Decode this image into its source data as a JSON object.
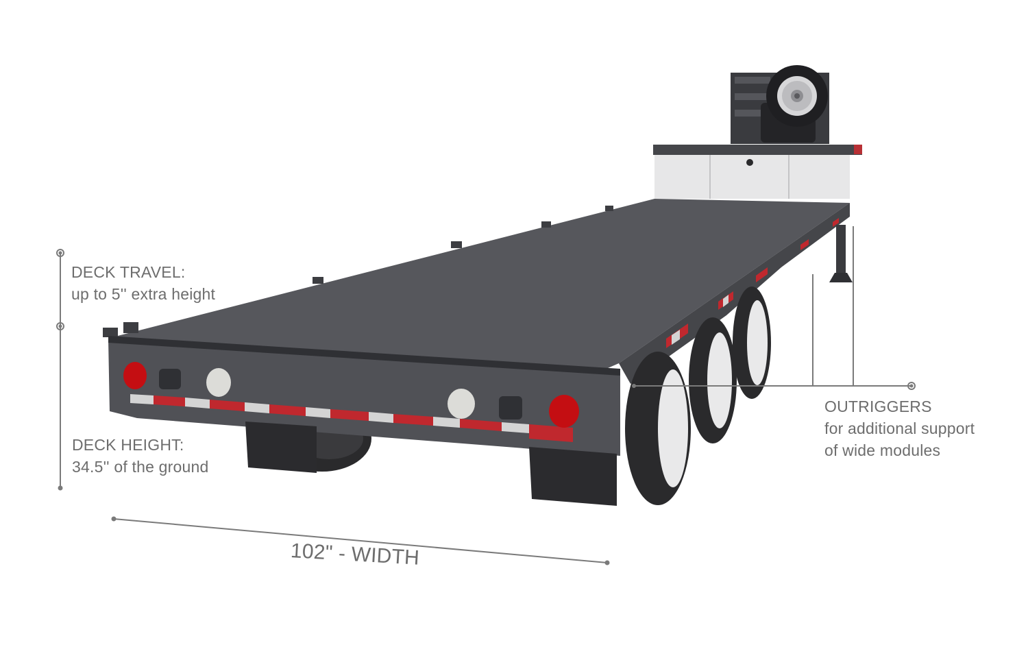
{
  "diagram": {
    "subject": "Flatbed trailer (rear three-quarter view) with tri-axle, gooseneck and spare tire rack",
    "colors": {
      "background": "#ffffff",
      "trailer_body": "#4e4f53",
      "deck_top": "#55565b",
      "dark_trim": "#2f3034",
      "reflector_red": "#c0282e",
      "reflector_white": "#d4d4d4",
      "tail_light_red": "#c40e12",
      "backup_light": "#dcdcd8",
      "panel_white": "#e8e8e8",
      "tire": "#2a2a2c",
      "rim": "#e9e9ea",
      "annotation_line": "#7a7a7a",
      "annotation_text": "#6d6d6d"
    },
    "annotations": {
      "deck_travel": {
        "title": "DECK TRAVEL:",
        "detail": "up to 5'' extra height"
      },
      "deck_height": {
        "title": "DECK HEIGHT:",
        "detail": "34.5'' of the ground"
      },
      "outriggers": {
        "title": "OUTRIGGERS",
        "detail_line1": "for additional support",
        "detail_line2": "of wide modules"
      },
      "width": {
        "label": "102\" - WIDTH"
      }
    }
  }
}
